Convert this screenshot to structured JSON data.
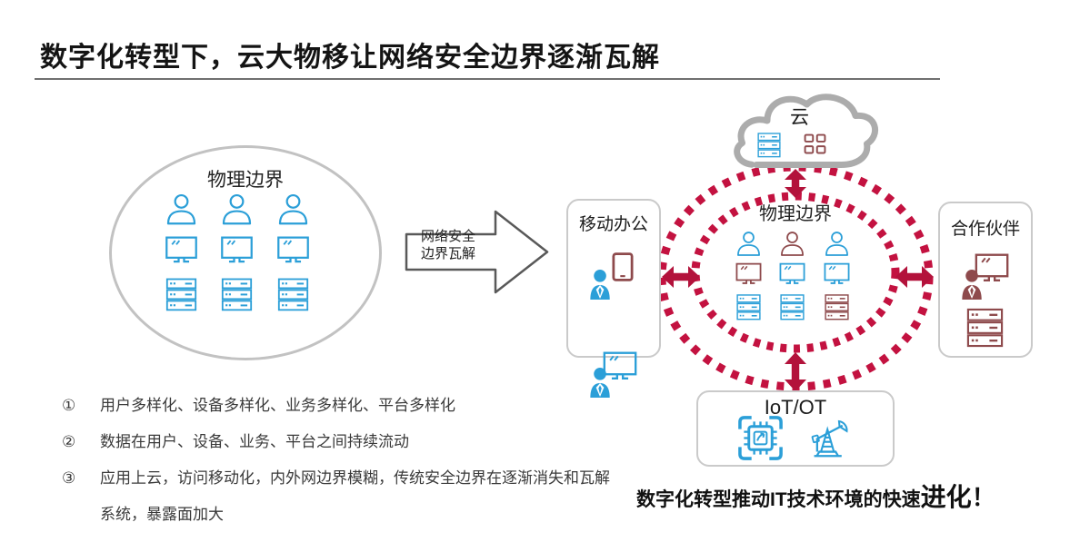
{
  "title": "数字化转型下，云大物移让网络安全边界逐渐瓦解",
  "colors": {
    "blue": "#2B9FD8",
    "maroon": "#8E4A4C",
    "crimson": "#C31240",
    "arrowred": "#B3123B",
    "cloudgray": "#ACACAC",
    "boxborder": "#CACACA",
    "ellipseborder": "#C2C2C2",
    "rule": "#707070",
    "arrowoutline": "#595959"
  },
  "left_diagram": {
    "label": "物理边界",
    "grid": {
      "rows": [
        "person",
        "monitor",
        "server"
      ],
      "colors": [
        [
          "blue",
          "blue",
          "blue"
        ],
        [
          "blue",
          "blue",
          "blue"
        ],
        [
          "blue",
          "blue",
          "blue"
        ]
      ]
    }
  },
  "transition_arrow": {
    "line1": "网络安全",
    "line2": "边界瓦解"
  },
  "right_diagram": {
    "cloud": {
      "label": "云",
      "icons": [
        "server-icon",
        "app-grid-icon"
      ]
    },
    "mobile_box": {
      "label": "移动办公",
      "icons": [
        "person-tablet-icon",
        "person-monitor-icon"
      ]
    },
    "partner_box": {
      "label": "合作伙伴",
      "icons": [
        "person-monitor-icon",
        "server-icon"
      ]
    },
    "iot_box": {
      "label": "IoT/OT",
      "icons": [
        "chip-scan-icon",
        "oil-pump-icon"
      ]
    },
    "inner_circle": {
      "label": "物理边界",
      "grid": {
        "rows": [
          "person",
          "monitor",
          "server"
        ],
        "colors": [
          [
            "blue",
            "maroon",
            "blue"
          ],
          [
            "maroon",
            "blue",
            "blue"
          ],
          [
            "blue",
            "blue",
            "maroon"
          ]
        ]
      }
    }
  },
  "notes": [
    {
      "num": "①",
      "text": "用户多样化、设备多样化、业务多样化、平台多样化"
    },
    {
      "num": "②",
      "text": "数据在用户、设备、业务、平台之间持续流动"
    },
    {
      "num": "③",
      "text": "应用上云，访问移动化，内外网边界模糊，传统安全边界在逐渐消失和瓦解",
      "text2": "系统，暴露面加大"
    }
  ],
  "footer": {
    "part1": "数字化转型推动IT技术环境的快速",
    "part2": "进化",
    "part3": "！"
  }
}
